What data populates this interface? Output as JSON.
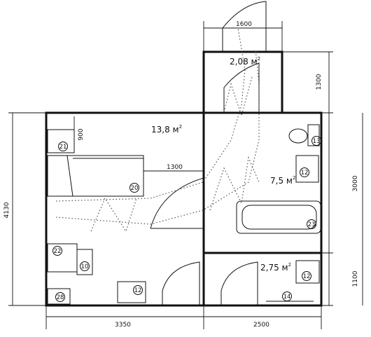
{
  "areas": {
    "room_main": "13,8 м",
    "room_bath": "7,5 м",
    "room_small_top": "2,08 м",
    "room_small_bottom": "2,75 м",
    "sup": "2"
  },
  "dimensions": {
    "top_door": "1600",
    "right_top": "1300",
    "right_mid": "3000",
    "right_bottom": "1100",
    "left_height": "4130",
    "bottom_left": "3350",
    "bottom_right": "2500",
    "bed_width": "1300",
    "bed_side": "900"
  },
  "markers": {
    "m21": "21",
    "m20": "20",
    "m22": "22",
    "m10": "10",
    "m28": "28",
    "m12a": "12",
    "m13": "13",
    "m12b": "12",
    "m23": "23",
    "m12c": "12",
    "m14": "14"
  }
}
